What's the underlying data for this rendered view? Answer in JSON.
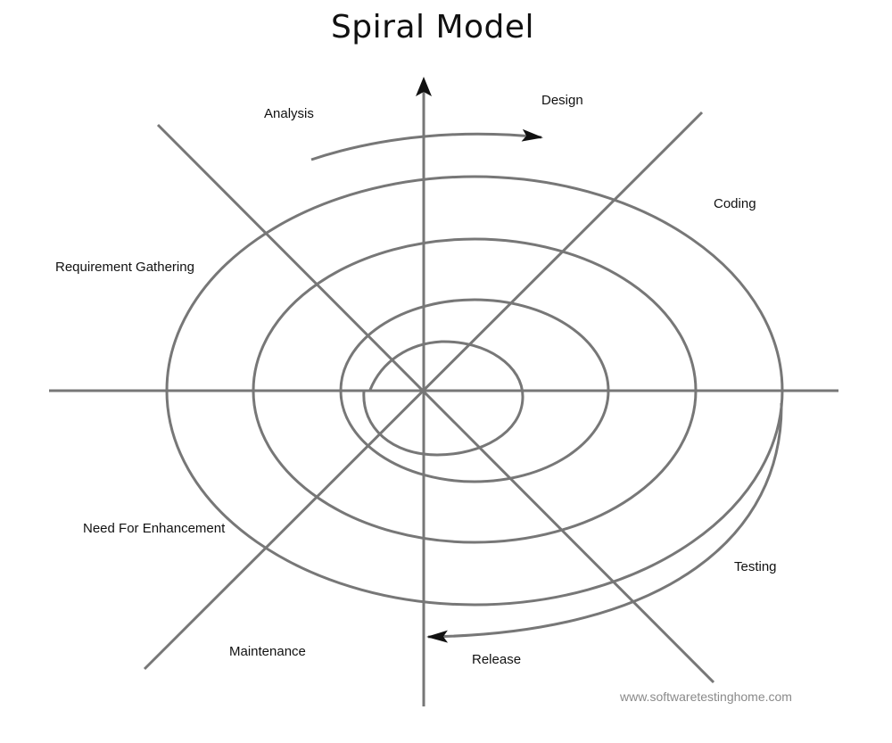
{
  "title": "Spiral Model",
  "phases": {
    "analysis": "Analysis",
    "design": "Design",
    "coding": "Coding",
    "requirement_gathering": "Requirement Gathering",
    "need_for_enhancement": "Need For Enhancement",
    "testing": "Testing",
    "maintenance": "Maintenance",
    "release": "Release"
  },
  "watermark": "www.softwaretestinghome.com",
  "colors": {
    "stroke": "#777777",
    "arrow": "#111111",
    "text": "#111111",
    "watermark": "#8a8a8a"
  }
}
